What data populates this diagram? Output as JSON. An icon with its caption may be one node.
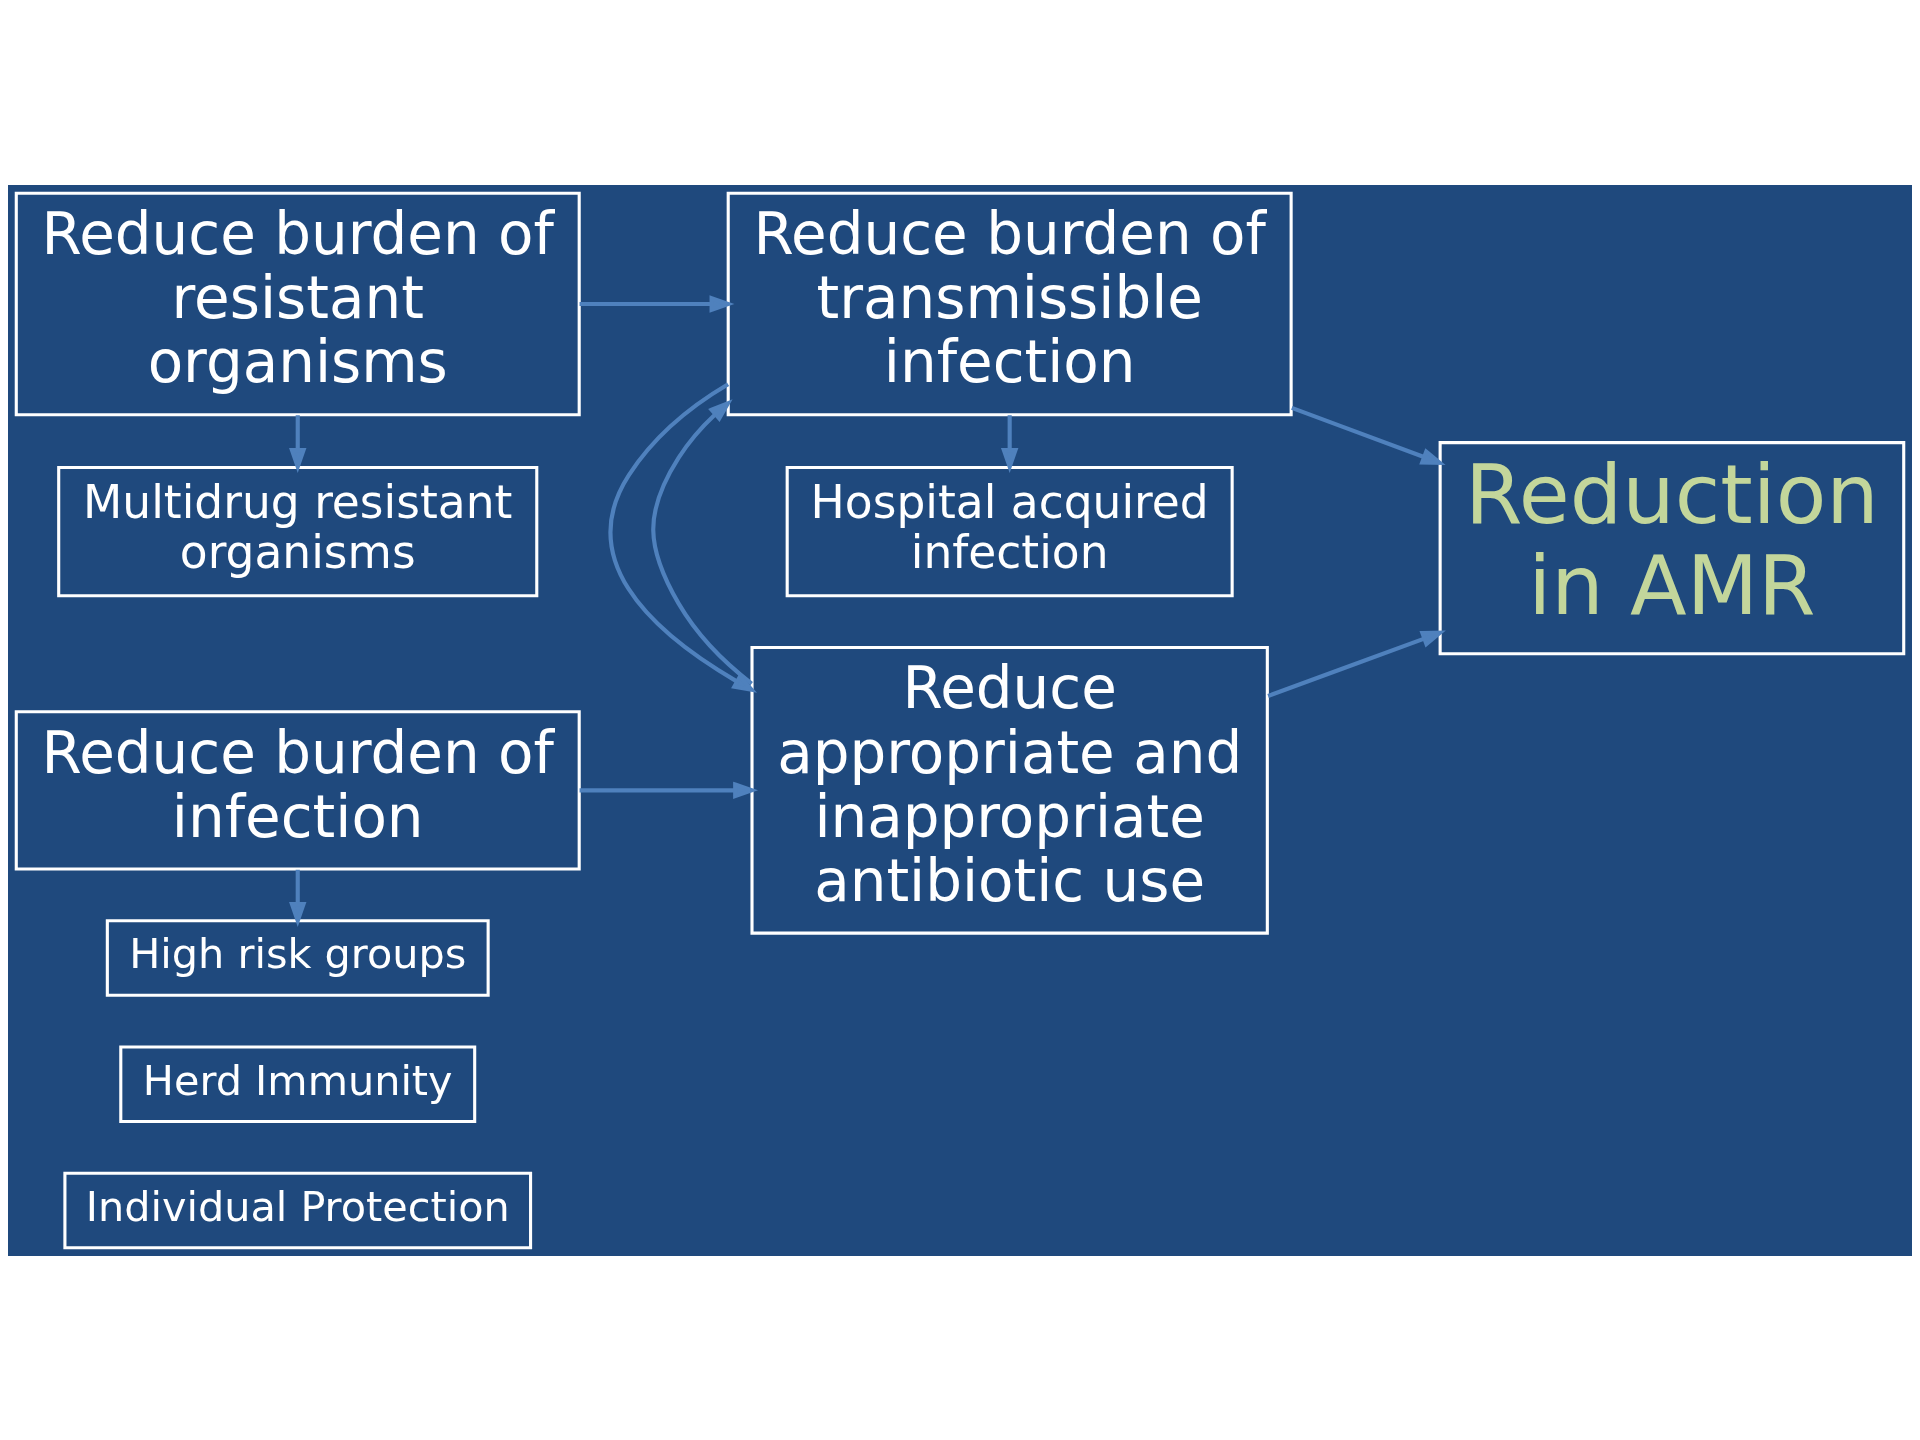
{
  "diagram": {
    "nodes": [
      {
        "text": [
          "Individual Protection"
        ]
      },
      {
        "text": [
          "Herd Immunity"
        ]
      },
      {
        "text": [
          "High risk groups"
        ]
      },
      {
        "text": [
          "Reduce burden of infection"
        ]
      },
      {
        "text": [
          "Reduce appropriate and inappropriate antibiotic use"
        ]
      },
      {
        "text": [
          "Reduction in AMR"
        ]
      },
      {
        "text": [
          "Reduce burden of resistant organisms"
        ]
      },
      {
        "text": [
          "Reduce burden of transmissible infection"
        ]
      },
      {
        "text": [
          "Multidrug resistant organisms"
        ]
      },
      {
        "text": [
          "Hospital acquired infection"
        ]
      }
    ],
    "edges": [
      {
        "from": 3,
        "to": 2,
        "arrow": "to"
      },
      {
        "from": 3,
        "to": 4,
        "arrow": "to"
      },
      {
        "from": 4,
        "to": 5,
        "arrow": "to"
      },
      {
        "from": 7,
        "to": 5,
        "arrow": "to"
      },
      {
        "from": 4,
        "to": 7,
        "arrow": "to"
      },
      {
        "from": 7,
        "to": 4,
        "arrow": "to"
      },
      {
        "from": 6,
        "to": 7,
        "arrow": "to"
      },
      {
        "from": 6,
        "to": 8,
        "arrow": "to"
      },
      {
        "from": 7,
        "to": 9,
        "arrow": "to"
      }
    ]
  }
}
